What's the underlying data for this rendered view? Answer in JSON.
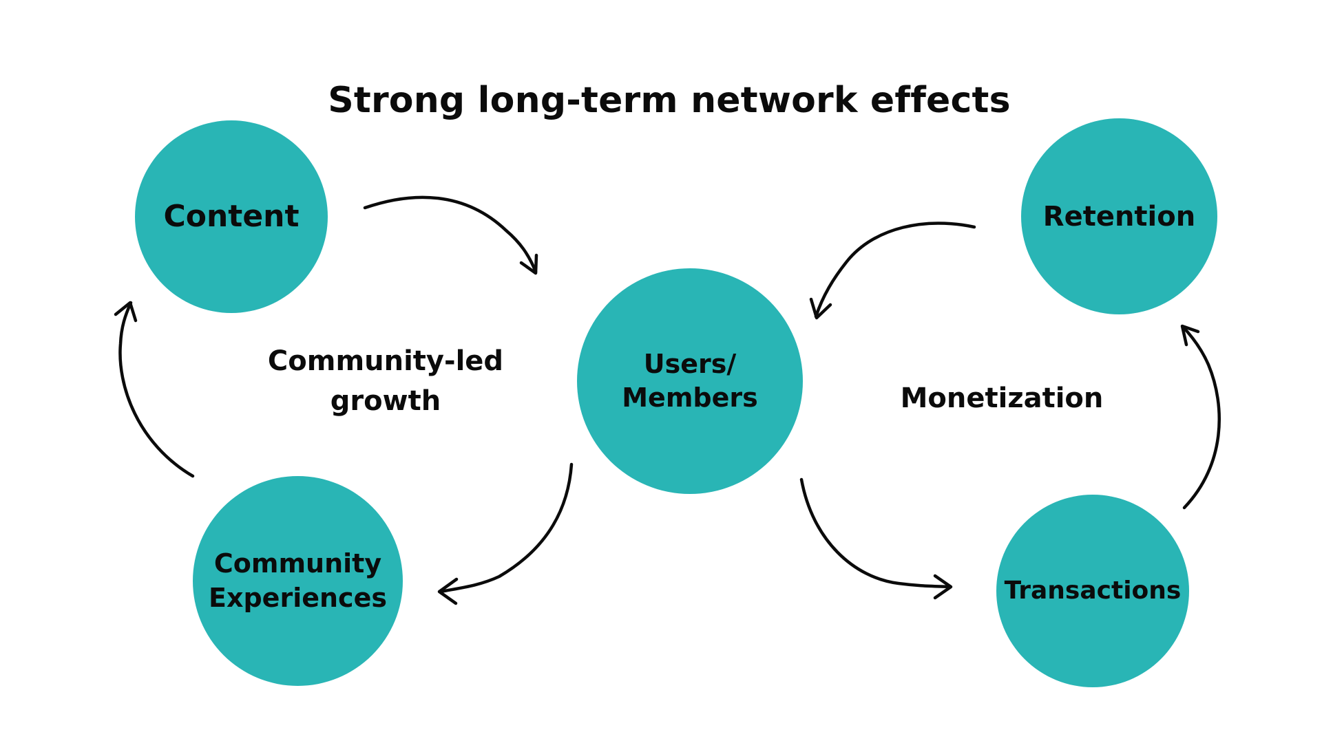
{
  "diagram": {
    "title": "Strong long-term network effects",
    "nodes": {
      "content": {
        "label": "Content"
      },
      "users": {
        "line1": "Users/",
        "line2": "Members"
      },
      "retention": {
        "label": "Retention"
      },
      "experiences": {
        "line1": "Community",
        "line2": "Experiences"
      },
      "transactions": {
        "label": "Transactions"
      }
    },
    "loops": {
      "left": {
        "line1": "Community-led",
        "line2": "growth"
      },
      "right": {
        "label": "Monetization"
      }
    },
    "colors": {
      "node_fill": "#29b5b5",
      "text": "#0b0b0b",
      "background": "#ffffff"
    }
  }
}
